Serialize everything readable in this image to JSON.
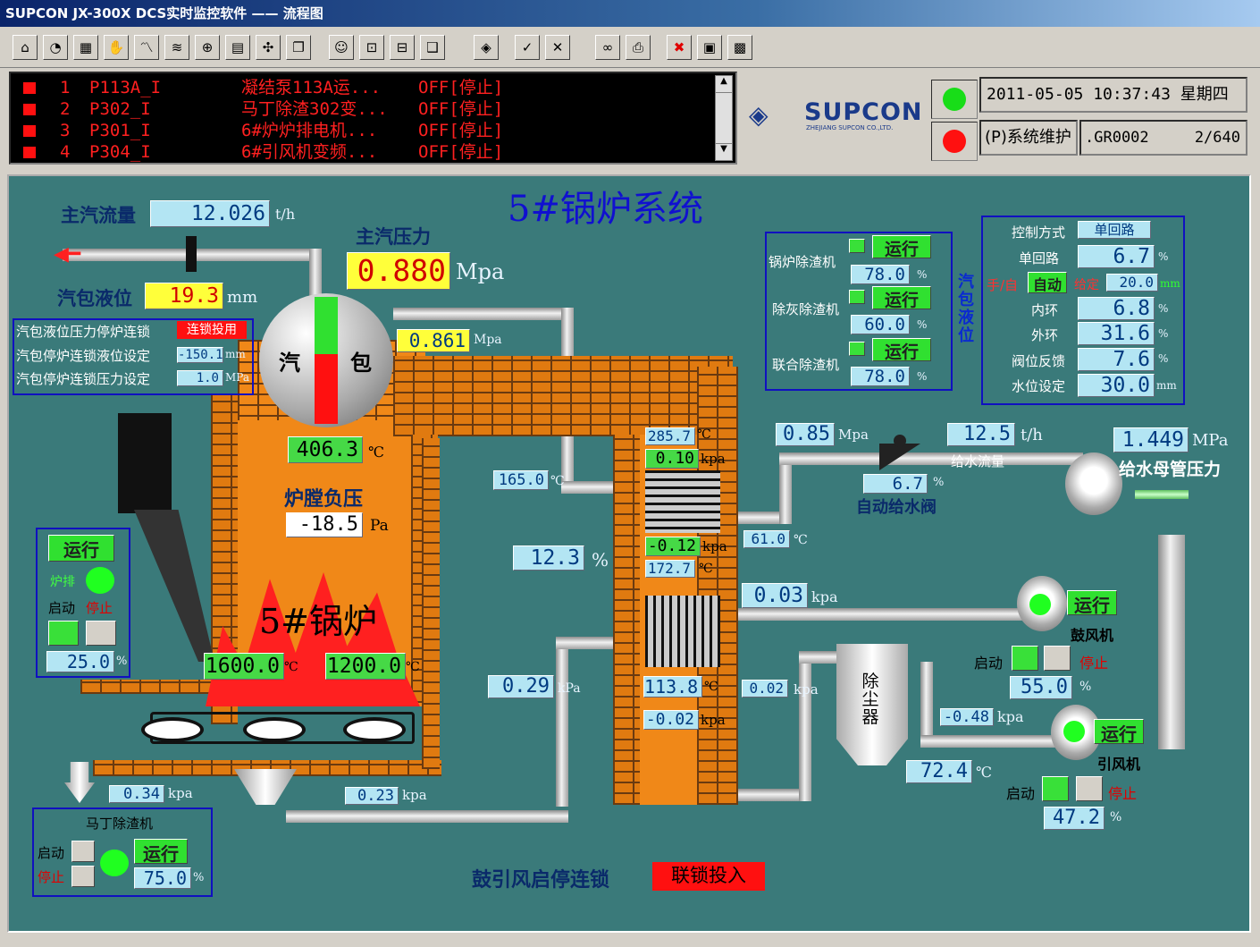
{
  "window": {
    "title": "SUPCON JX-300X DCS实时监控软件 —— 流程图"
  },
  "toolbar": {
    "icons": [
      "home-icon",
      "gauge-icon",
      "grid-icon",
      "hand-icon",
      "trend-icon",
      "trend2-icon",
      "group-icon",
      "table-icon",
      "chart-icon",
      "page-icon",
      "operator-icon",
      "lock-icon",
      "unlock-icon",
      "book-icon",
      "logo-icon",
      "check-icon",
      "mute-icon",
      "binoculars-icon",
      "print-icon",
      "close-icon",
      "window-icon",
      "calculator-icon"
    ]
  },
  "alarms": [
    {
      "no": "1",
      "tag": "P113A_I",
      "desc": "凝结泵113A运...",
      "state": "OFF[停止]"
    },
    {
      "no": "2",
      "tag": "P302_I",
      "desc": "马丁除渣302变...",
      "state": "OFF[停止]"
    },
    {
      "no": "3",
      "tag": "P301_I",
      "desc": "6#炉炉排电机...",
      "state": "OFF[停止]"
    },
    {
      "no": "4",
      "tag": "P304_I",
      "desc": "6#引风机变频...",
      "state": "OFF[停止]"
    }
  ],
  "brand": {
    "name": "SUPCON",
    "sub": "ZHEJIANG SUPCON CO.,LTD."
  },
  "status": {
    "datetime": "2011-05-05 10:37:43 星期四",
    "user": "(P)系统维护",
    "page_code": ".GR0002",
    "page_no": "2/640"
  },
  "plant": {
    "title": "5#锅炉系统",
    "boiler_label": "5#锅炉",
    "main_steam_flow": {
      "label": "主汽流量",
      "value": "12.026",
      "unit": "t/h"
    },
    "main_steam_pressure": {
      "label": "主汽压力",
      "value": "0.880",
      "unit": "Mpa"
    },
    "drum_level": {
      "label": "汽包液位",
      "value": "19.3",
      "unit": "mm",
      "fill_red_fraction": 0.55
    },
    "drum": {
      "left": "汽",
      "right": "包"
    },
    "pressure_861": {
      "value": "0.861",
      "unit": "Mpa"
    },
    "interlock": {
      "row1": "汽包液位压力停炉连锁",
      "row1_state": "连锁投用",
      "row2": "汽包停炉连锁液位设定",
      "row2_value": "-150.1",
      "row2_unit": "mm",
      "row3": "汽包停炉连锁压力设定",
      "row3_value": "1.0",
      "row3_unit": "MPa"
    },
    "furnace_temp": {
      "value": "406.3",
      "unit": "℃"
    },
    "furnace_pressure": {
      "label": "炉膛负压",
      "value": "-18.5",
      "unit": "Pa"
    },
    "fire_temp1": {
      "value": "1600.0",
      "unit": "℃"
    },
    "fire_temp2": {
      "value": "1200.0",
      "unit": "℃"
    },
    "grate": {
      "run": "运行",
      "label": "炉排",
      "start": "启动",
      "stop": "停止",
      "value": "25.0",
      "unit": "%"
    },
    "martin": {
      "title": "马丁除渣机",
      "start": "启动",
      "stop": "停止",
      "run": "运行",
      "value": "75.0",
      "unit": "%"
    },
    "p034": {
      "value": "0.34",
      "unit": "kpa"
    },
    "p023": {
      "value": "0.23",
      "unit": "kpa"
    },
    "temp1657": {
      "value": "165.0",
      "unit": "℃"
    },
    "pct123": {
      "value": "12.3",
      "unit": "%"
    },
    "p029": {
      "value": "0.29",
      "unit": "kPa"
    },
    "econ": {
      "t1": "285.7",
      "p1": "0.10",
      "p2": "-0.12",
      "t2": "172.7",
      "t3": "113.8",
      "p3": "-0.02",
      "unit_t": "℃",
      "unit_p": "kpa"
    },
    "temp610": {
      "value": "61.0",
      "unit": "℃"
    },
    "p003": {
      "value": "0.03",
      "unit": "kpa"
    },
    "p002": {
      "value": "0.02",
      "unit": "kpa"
    },
    "dust": {
      "label": "除尘器"
    },
    "p048": {
      "value": "-0.48",
      "unit": "kpa"
    },
    "temp724": {
      "value": "72.4",
      "unit": "℃"
    },
    "feedwater": {
      "p": "0.85",
      "p_unit": "Mpa",
      "flow": "12.5",
      "flow_unit": "t/h",
      "flow_label": "给水流量",
      "valve": "6.7",
      "valve_unit": "%",
      "valve_label": "自动给水阀",
      "header": "1.449",
      "header_unit": "MPa",
      "header_label": "给水母管压力"
    },
    "fd_fan": {
      "run": "运行",
      "label": "鼓风机",
      "start": "启动",
      "stop": "停止",
      "value": "55.0",
      "unit": "%"
    },
    "id_fan": {
      "run": "运行",
      "label": "引风机",
      "start": "启动",
      "stop": "停止",
      "value": "47.2",
      "unit": "%"
    },
    "slag": {
      "r1": "锅炉除渣机",
      "r1_state": "运行",
      "r1_value": "78.0",
      "r2": "除灰除渣机",
      "r2_state": "运行",
      "r2_value": "60.0",
      "r3": "联合除渣机",
      "r3_state": "运行",
      "r3_value": "78.0",
      "unit": "%"
    },
    "level_ctrl": {
      "side": "汽包液位",
      "mode_label": "控制方式",
      "mode": "单回路",
      "single_label": "单回路",
      "single": "6.7",
      "manual_label": "手/自",
      "auto": "自动",
      "sp_label": "给定",
      "sp": "20.0",
      "sp_unit": "mm",
      "inner_label": "内环",
      "inner": "6.8",
      "outer_label": "外环",
      "outer": "31.6",
      "fb_label": "阀位反馈",
      "fb": "7.6",
      "set_label": "水位设定",
      "set": "30.0",
      "unit_pct": "%",
      "unit_mm": "mm"
    },
    "fan_interlock": {
      "label": "鼓引风启停连锁",
      "state": "联锁投入"
    }
  }
}
